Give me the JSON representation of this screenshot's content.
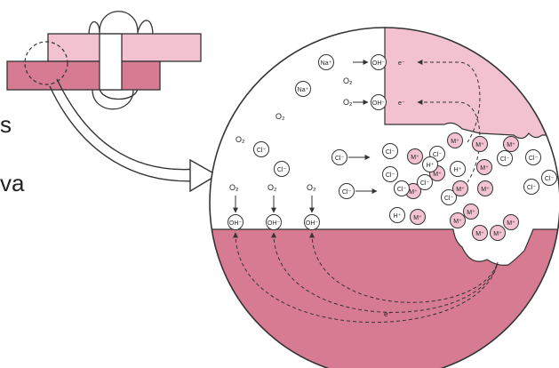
{
  "side_text": [
    "s",
    "va"
  ],
  "colors": {
    "upper_plate": "#f2c2d0",
    "lower_plate": "#d77b93",
    "outline": "#333333",
    "ion_fill_metal": "#f3c3d2"
  },
  "labels": {
    "electron": "e⁻",
    "oxygen": "O₂",
    "hydroxide": "OH⁻",
    "sodium": "Na⁺",
    "chloride": "Cl⁻",
    "metal_ion": "M⁺",
    "hydrogen": "H⁺"
  },
  "solution_ions": [
    {
      "type": "sodium"
    },
    {
      "type": "chloride"
    },
    {
      "type": "sodium"
    },
    {
      "type": "chloride"
    },
    {
      "type": "chloride"
    },
    {
      "type": "chloride"
    },
    {
      "type": "chloride"
    }
  ],
  "oxygen_marks": [
    {
      "type": "oxygen"
    },
    {
      "type": "oxygen"
    },
    {
      "type": "oxygen"
    },
    {
      "type": "oxygen"
    },
    {
      "type": "oxygen"
    },
    {
      "type": "oxygen"
    },
    {
      "type": "oxygen"
    }
  ],
  "crevice_ions": [
    "chloride",
    "metal_ion",
    "chloride",
    "metal_ion",
    "metal_ion",
    "chloride",
    "chloride",
    "metal_ion",
    "chloride",
    "metal_ion",
    "hydrogen",
    "metal_ion",
    "metal_ion",
    "chloride",
    "chloride",
    "hydrogen",
    "metal_ion",
    "chloride",
    "metal_ion",
    "metal_ion",
    "chloride",
    "hydrogen",
    "metal_ion",
    "metal_ion",
    "metal_ion",
    "metal_ion",
    "metal_ion"
  ]
}
